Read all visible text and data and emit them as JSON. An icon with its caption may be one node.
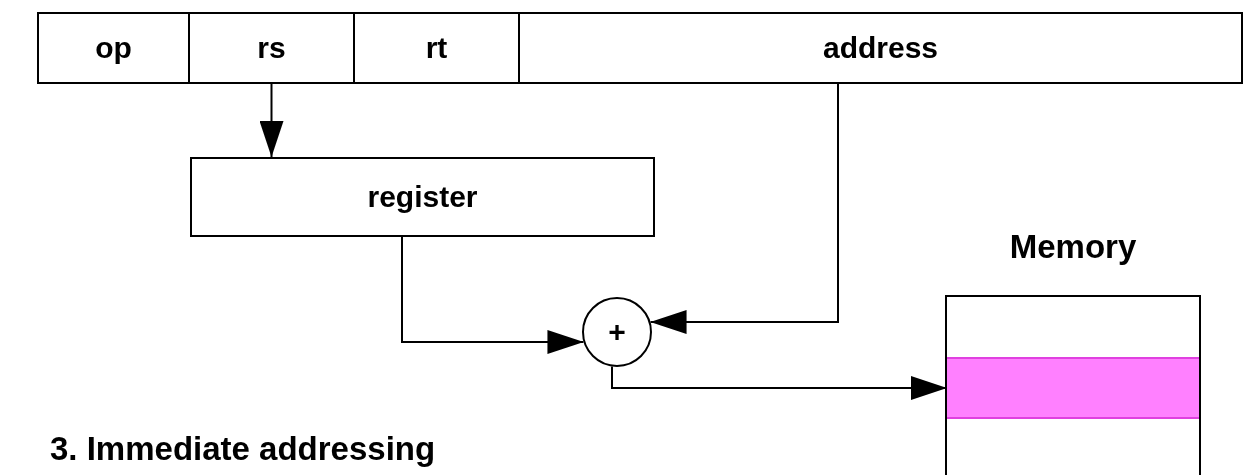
{
  "diagram": {
    "caption": "3. Immediate addressing",
    "nodes": [
      {
        "text": [
          "op"
        ]
      },
      {
        "text": [
          "rs"
        ]
      },
      {
        "text": [
          "rt"
        ]
      },
      {
        "text": [
          "address"
        ]
      },
      {
        "text": [
          "register"
        ]
      },
      {
        "text": [
          "+"
        ]
      },
      {
        "text": [
          "Memory"
        ]
      },
      {
        "text": [],
        "shape": "bar",
        "in": 6
      }
    ],
    "edges": [
      {
        "from": 1,
        "to": 4,
        "arrow": "to"
      },
      {
        "from": 3,
        "to": 5,
        "arrow": "to"
      },
      {
        "from": 4,
        "to": 5,
        "arrow": "to"
      },
      {
        "from": 5,
        "to": 7,
        "arrow": "to"
      }
    ]
  }
}
